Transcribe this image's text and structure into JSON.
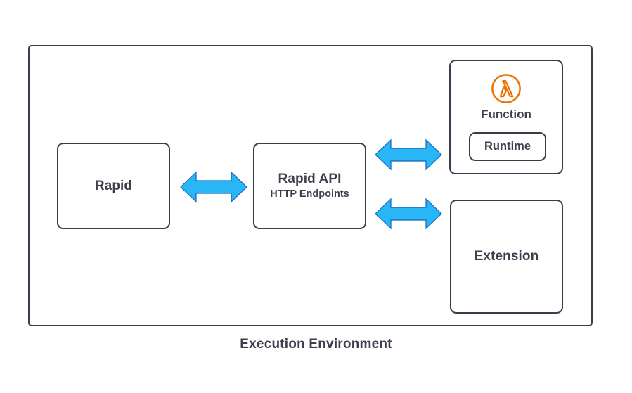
{
  "diagram": {
    "caption": "Execution Environment",
    "container_label": "Execution Environment",
    "colors": {
      "box_border": "#3b3d4a",
      "text": "#3d3f4c",
      "arrow_fill": "#29b6f6",
      "arrow_stroke": "#1565c0",
      "lambda_orange": "#ed7100",
      "background": "#ffffff"
    },
    "nodes": {
      "rapid": {
        "title": "Rapid",
        "subtitle": ""
      },
      "rapid_api": {
        "title": "Rapid API",
        "subtitle": "HTTP Endpoints"
      },
      "function": {
        "title": "Function",
        "icon": "aws-lambda-icon",
        "runtime": "Runtime"
      },
      "extension": {
        "title": "Extension",
        "subtitle": ""
      }
    },
    "connectors": [
      {
        "name": "rapid-to-rapid-api",
        "from": "Rapid",
        "to": "Rapid API",
        "style": "double-arrow"
      },
      {
        "name": "rapid-api-to-function",
        "from": "Rapid API",
        "to": "Function",
        "style": "double-arrow"
      },
      {
        "name": "rapid-api-to-extension",
        "from": "Rapid API",
        "to": "Extension",
        "style": "double-arrow"
      }
    ]
  }
}
